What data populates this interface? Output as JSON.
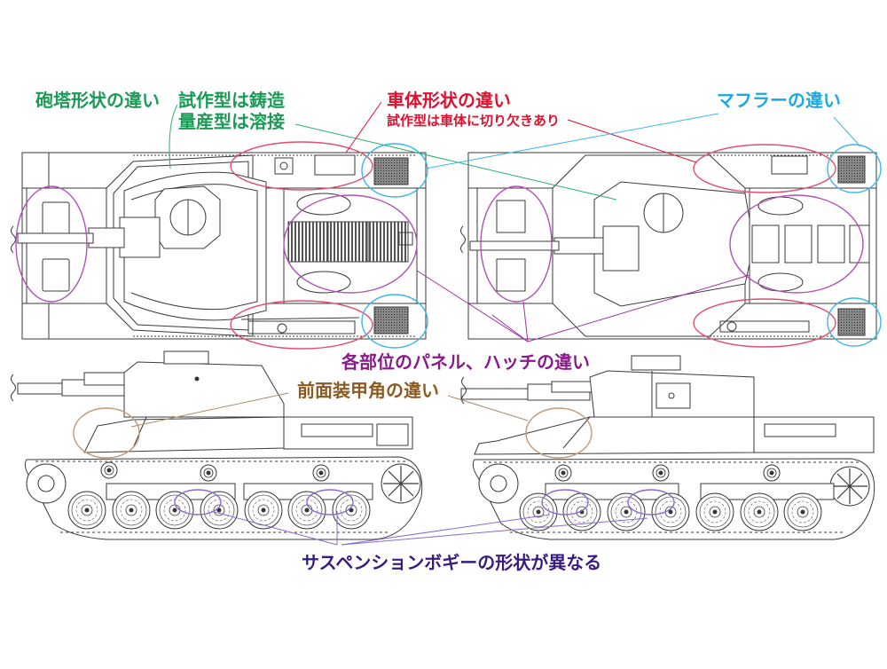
{
  "diagram": {
    "subject": "Prototype vs. production tank comparison (top and side views)",
    "colors": {
      "background": "#ffffff",
      "line_art": "#3a3a3a",
      "turret": "#1a9a55",
      "hull": "#e0102e",
      "muffler": "#1aa8e0",
      "panels": "#8a1a8a",
      "front_armor": "#8a5a22",
      "suspension": "#3a1a80",
      "suspension_callout": "#8a6ad0",
      "front_armor_callout": "#c09a78",
      "hull_callout": "#e0506e",
      "panel_callout": "#b050b8"
    },
    "views": [
      {
        "id": "prototype-top",
        "view": "top",
        "variant": "prototype"
      },
      {
        "id": "production-top",
        "view": "top",
        "variant": "production"
      },
      {
        "id": "prototype-side",
        "view": "side",
        "variant": "prototype"
      },
      {
        "id": "production-side",
        "view": "side",
        "variant": "production"
      }
    ],
    "callouts": {
      "turret_shape": "砲塔形状の違い",
      "turret_note_line1": "試作型は鋳造",
      "turret_note_line2": "量産型は溶接",
      "hull_shape": "車体形状の違い",
      "hull_note": "試作型は車体に切り欠きあり",
      "muffler": "マフラーの違い",
      "panels_hatches": "各部位のパネル、ハッチの違い",
      "front_armor_angle": "前面装甲角の違い",
      "suspension_bogie": "サスペンションボギーの形状が異なる"
    }
  }
}
